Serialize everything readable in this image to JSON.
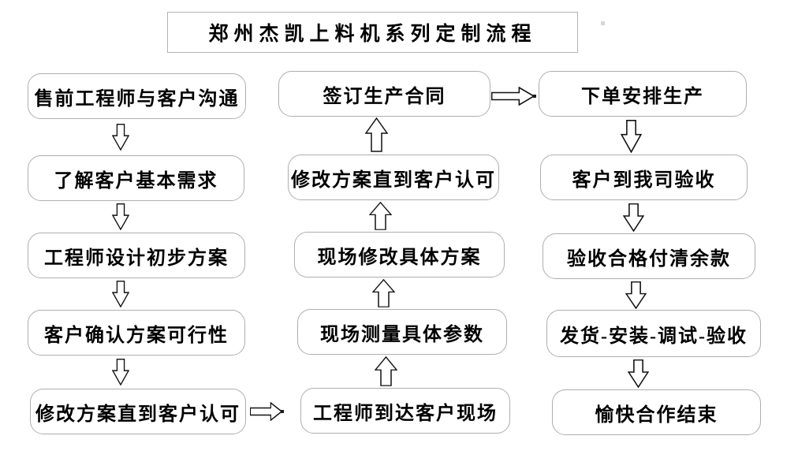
{
  "title": "郑州杰凯上料机系列定制流程",
  "flowchart": {
    "left_column": [
      "售前工程师与客户沟通",
      "了解客户基本需求",
      "工程师设计初步方案",
      "客户确认方案可行性",
      "修改方案直到客户认可"
    ],
    "middle_column": [
      "签订生产合同",
      "修改方案直到客户认可",
      "现场修改具体方案",
      "现场测量具体参数",
      "工程师到达客户现场"
    ],
    "right_column": [
      "下单安排生产",
      "客户到我司验收",
      "验收合格付清余款",
      "发货-安装-调试-验收",
      "愉快合作结束"
    ],
    "arrows": {
      "left_column_direction": "down",
      "middle_column_direction": "up",
      "right_column_direction": "down",
      "left_to_middle": "right",
      "middle_to_right": "right"
    }
  },
  "colors": {
    "background": "#ffffff",
    "box_border": "#aeaeae",
    "text": "#000000",
    "arrow_outline": "#111111",
    "arrow_fill": "#ffffff"
  }
}
